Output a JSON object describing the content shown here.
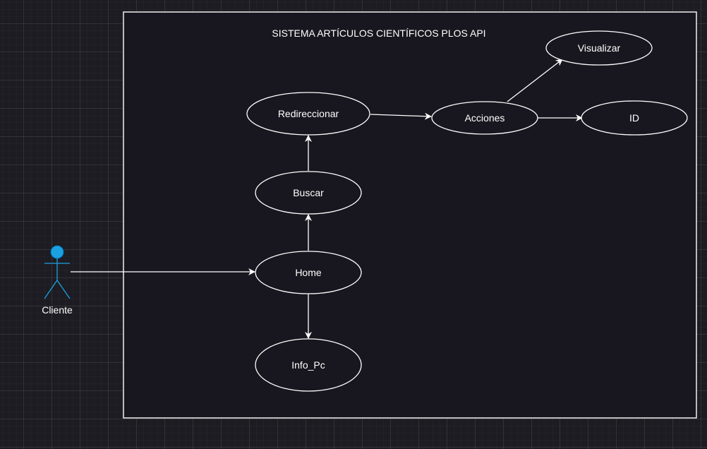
{
  "diagram": {
    "system_title": "SISTEMA ARTÍCULOS CIENTÍFICOS PLOS API",
    "actor": {
      "label": "Cliente",
      "color": "#1ba1e2"
    },
    "use_cases": {
      "home": "Home",
      "buscar": "Buscar",
      "redireccionar": "Redireccionar",
      "acciones": "Acciones",
      "visualizar": "Visualizar",
      "id": "ID",
      "info_pc": "Info_Pc"
    },
    "colors": {
      "background": "#1c1c22",
      "system_fill": "#18171f",
      "stroke": "#ffffff",
      "text": "#ffffff"
    }
  }
}
